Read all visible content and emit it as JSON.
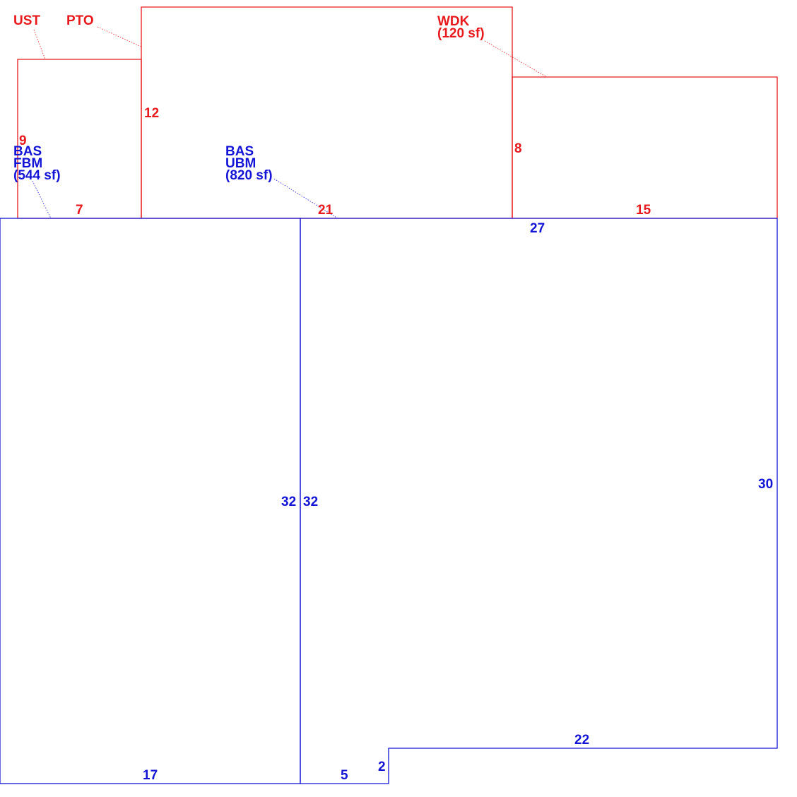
{
  "colors": {
    "upper_level": "#e8191c",
    "basement": "#1414d6",
    "background": "#ffffff"
  },
  "areas": {
    "ust": {
      "code": "UST"
    },
    "pto": {
      "code": "PTO"
    },
    "wdk": {
      "code": "WDK",
      "area": "(120 sf)"
    },
    "bas_fbm": {
      "line1": "BAS",
      "line2": "FBM",
      "area": "(544 sf)"
    },
    "bas_ubm": {
      "line1": "BAS",
      "line2": "UBM",
      "area": "(820 sf)"
    }
  },
  "dimensions": {
    "ust_height": "9",
    "ust_width": "7",
    "pto_height": "12",
    "pto_width": "21",
    "wdk_height": "8",
    "wdk_width": "15",
    "ubm_top": "27",
    "ubm_right": "30",
    "ubm_step_top": "22",
    "ubm_step_side": "2",
    "ubm_bottom": "5",
    "ubm_left": "32",
    "fbm_right": "32",
    "fbm_bottom": "17"
  }
}
